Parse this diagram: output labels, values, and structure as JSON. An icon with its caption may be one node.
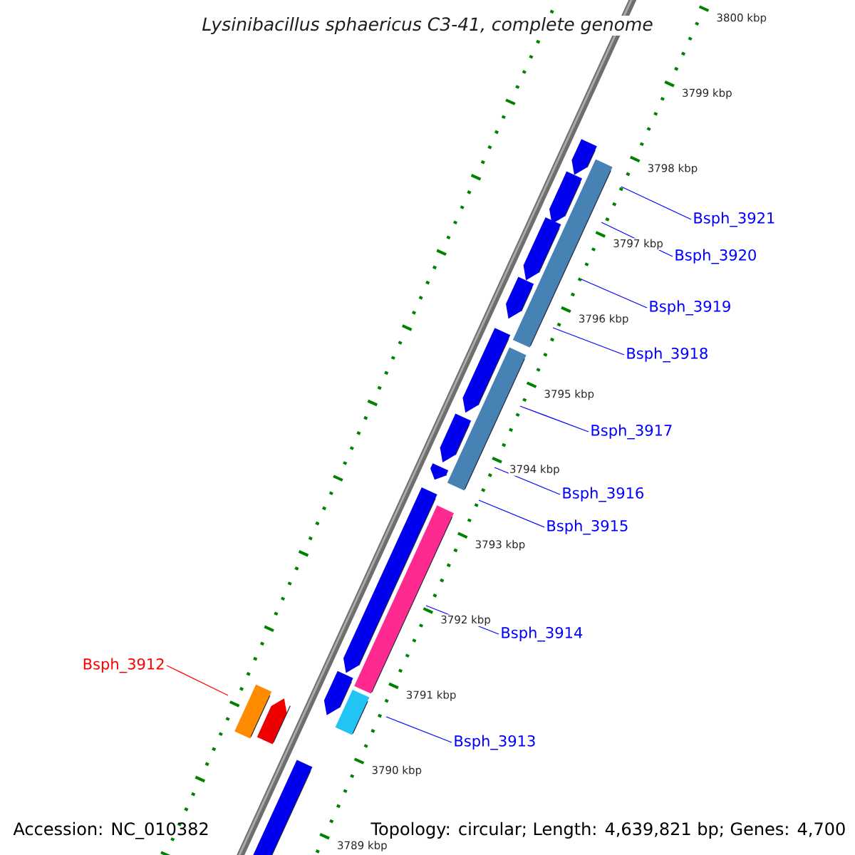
{
  "diagram": {
    "title": "Lysinibacillus sphaericus C3-41, complete genome",
    "nodes": [
      {
        "text": [
          "Bsph_3921"
        ]
      },
      {
        "text": [
          "Bsph_3920"
        ]
      },
      {
        "text": [
          "Bsph_3919"
        ]
      },
      {
        "text": [
          "Bsph_3918"
        ]
      },
      {
        "text": [
          "Bsph_3917"
        ]
      },
      {
        "text": [
          "Bsph_3916"
        ]
      },
      {
        "text": [
          "Bsph_3915"
        ]
      },
      {
        "text": [
          "Bsph_3914"
        ]
      },
      {
        "text": [
          "Bsph_3912"
        ]
      },
      {
        "text": [
          "Bsph_3913"
        ]
      }
    ],
    "edges": [
      {
        "from": 0,
        "to": null,
        "arrow": "none"
      },
      {
        "from": 1,
        "to": null,
        "arrow": "none"
      },
      {
        "from": 2,
        "to": null,
        "arrow": "none"
      },
      {
        "from": 3,
        "to": null,
        "arrow": "none"
      },
      {
        "from": 4,
        "to": null,
        "arrow": "none"
      },
      {
        "from": 5,
        "to": null,
        "arrow": "none"
      },
      {
        "from": 6,
        "to": null,
        "arrow": "none"
      },
      {
        "from": 7,
        "to": null,
        "arrow": "none"
      },
      {
        "from": 8,
        "to": null,
        "arrow": "none",
        "color": "#ff0000"
      },
      {
        "from": 9,
        "to": null,
        "arrow": "none"
      }
    ],
    "labels": [
      "3800 kbp",
      "3799 kbp",
      "3798 kbp",
      "3797 kbp",
      "3796 kbp",
      "3795 kbp",
      "3794 kbp",
      "3793 kbp",
      "3792 kbp",
      "3791 kbp",
      "3790 kbp",
      "3789 kbp",
      "Accession: NC_010382",
      "Topology: circular; Length: 4,639,821 bp; Genes: 4,700"
    ]
  }
}
